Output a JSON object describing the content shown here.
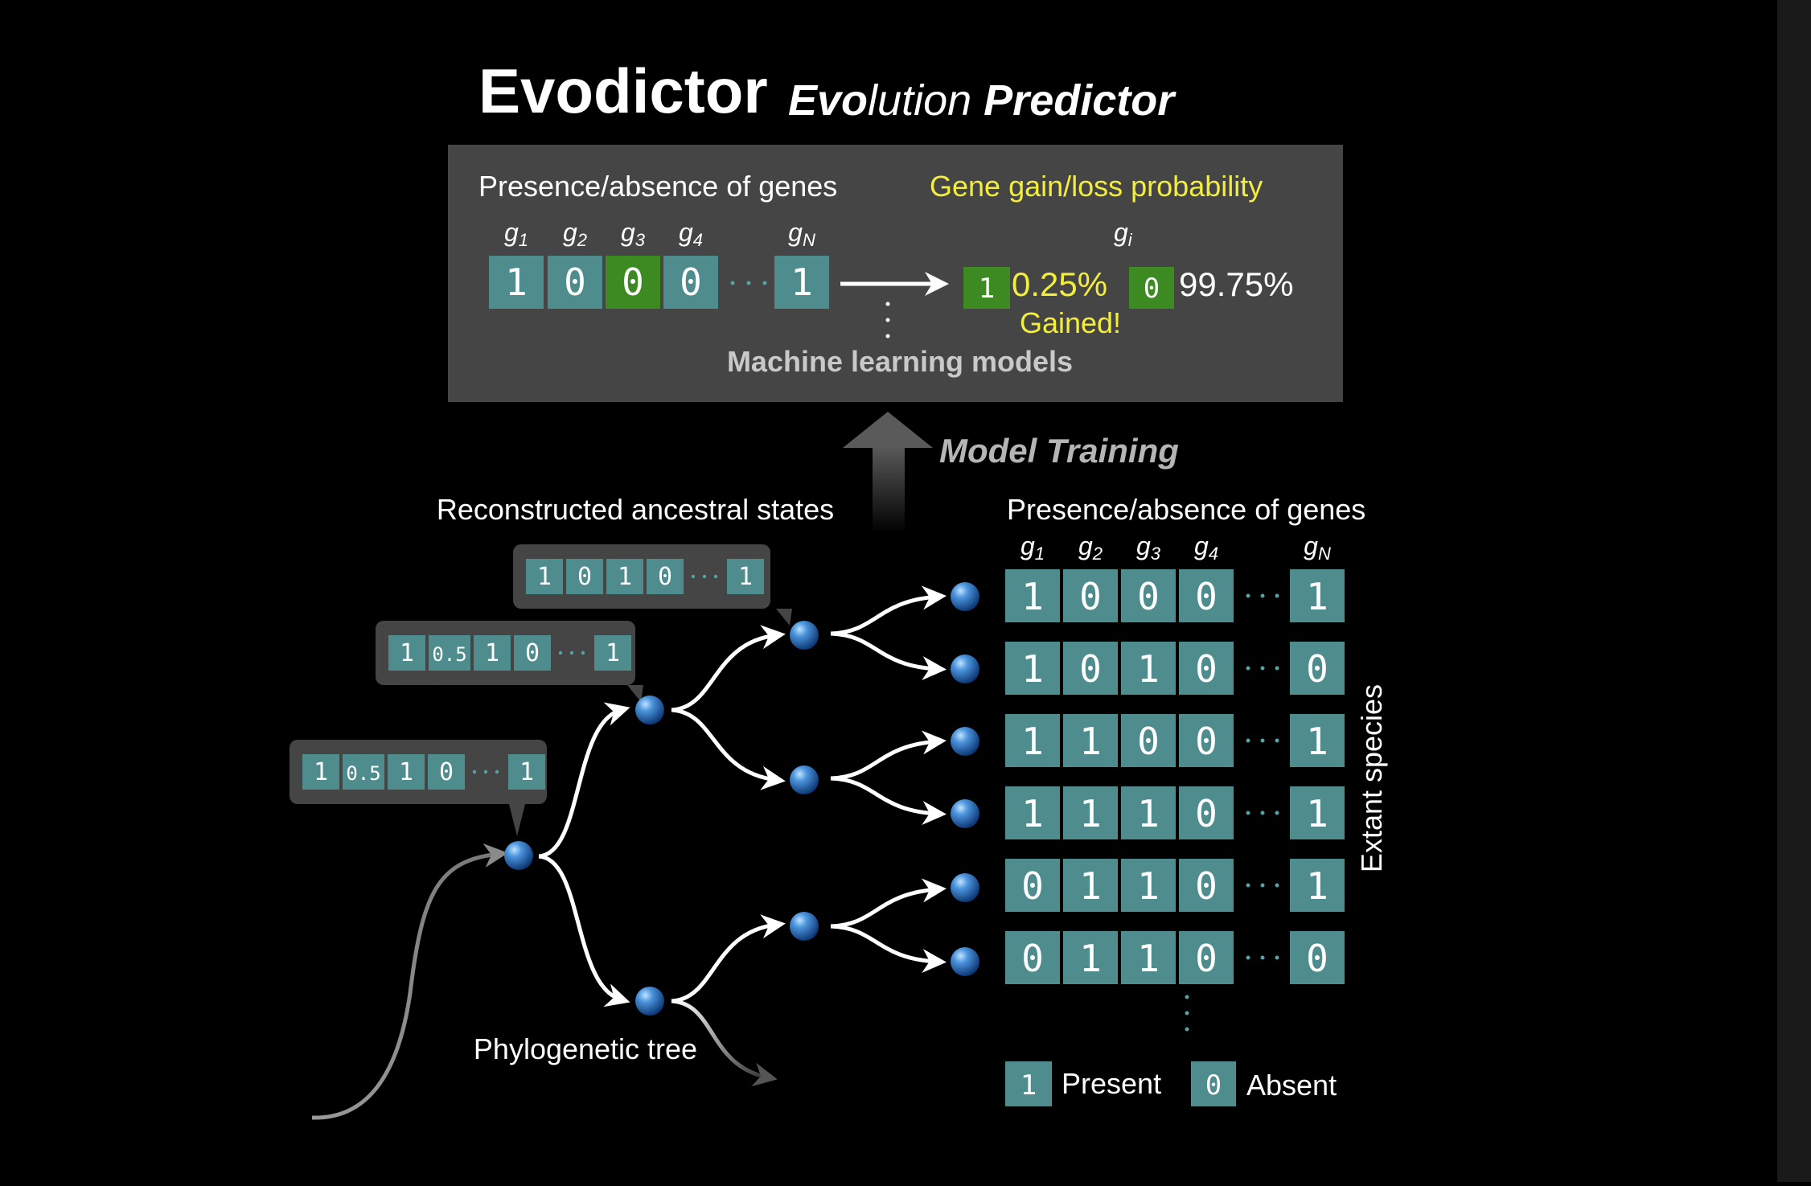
{
  "title": {
    "main": "Evodictor",
    "sub_bold_1": "Evo",
    "sub_plain_1": "lution ",
    "sub_bold_2": "Pre",
    "sub_plain_2": "",
    "sub_bold_3": "dictor",
    "full_sub": "Evolution Predictor"
  },
  "top_panel": {
    "left_heading": "Presence/absence of genes",
    "right_heading": "Gene gain/loss probability",
    "gene_labels": [
      "g1",
      "g2",
      "g3",
      "g4",
      "gN"
    ],
    "gene_label_base": "g",
    "gene_label_subs": [
      "1",
      "2",
      "3",
      "4",
      "N"
    ],
    "input_values": [
      "1",
      "0",
      "0",
      "0",
      "1"
    ],
    "highlight_index": 2,
    "target_label_base": "g",
    "target_label_sub": "i",
    "outcome_1_value": "1",
    "outcome_1_prob": "0.25%",
    "outcome_1_note": "Gained!",
    "outcome_0_value": "0",
    "outcome_0_prob": "99.75%",
    "model_label": "Machine learning models"
  },
  "model_training_label": "Model Training",
  "ancestral_label": "Reconstructed ancestral states",
  "ancestral_states": [
    [
      "1",
      "0",
      "1",
      "0",
      "1"
    ],
    [
      "1",
      "0.5",
      "1",
      "0",
      "1"
    ],
    [
      "1",
      "0.5",
      "1",
      "0",
      "1"
    ]
  ],
  "tree_label": "Phylogenetic tree",
  "extant": {
    "heading": "Presence/absence of genes",
    "gene_label_base": "g",
    "gene_label_subs": [
      "1",
      "2",
      "3",
      "4",
      "N"
    ],
    "side_label": "Extant species",
    "rows": [
      [
        "1",
        "0",
        "0",
        "0",
        "1"
      ],
      [
        "1",
        "0",
        "1",
        "0",
        "0"
      ],
      [
        "1",
        "1",
        "0",
        "0",
        "1"
      ],
      [
        "1",
        "1",
        "1",
        "0",
        "1"
      ],
      [
        "0",
        "1",
        "1",
        "0",
        "1"
      ],
      [
        "0",
        "1",
        "1",
        "0",
        "0"
      ]
    ]
  },
  "legend": {
    "present_value": "1",
    "present_label": "Present",
    "absent_value": "0",
    "absent_label": "Absent"
  },
  "colors": {
    "background": "#000000",
    "panel": "#454545",
    "cell": "#4e8c8e",
    "cell_highlight": "#3d8a23",
    "yellow": "#f3ee3c",
    "node": "#3f86d0",
    "text": "#ffffff",
    "grey_text": "#c9c9c9"
  }
}
